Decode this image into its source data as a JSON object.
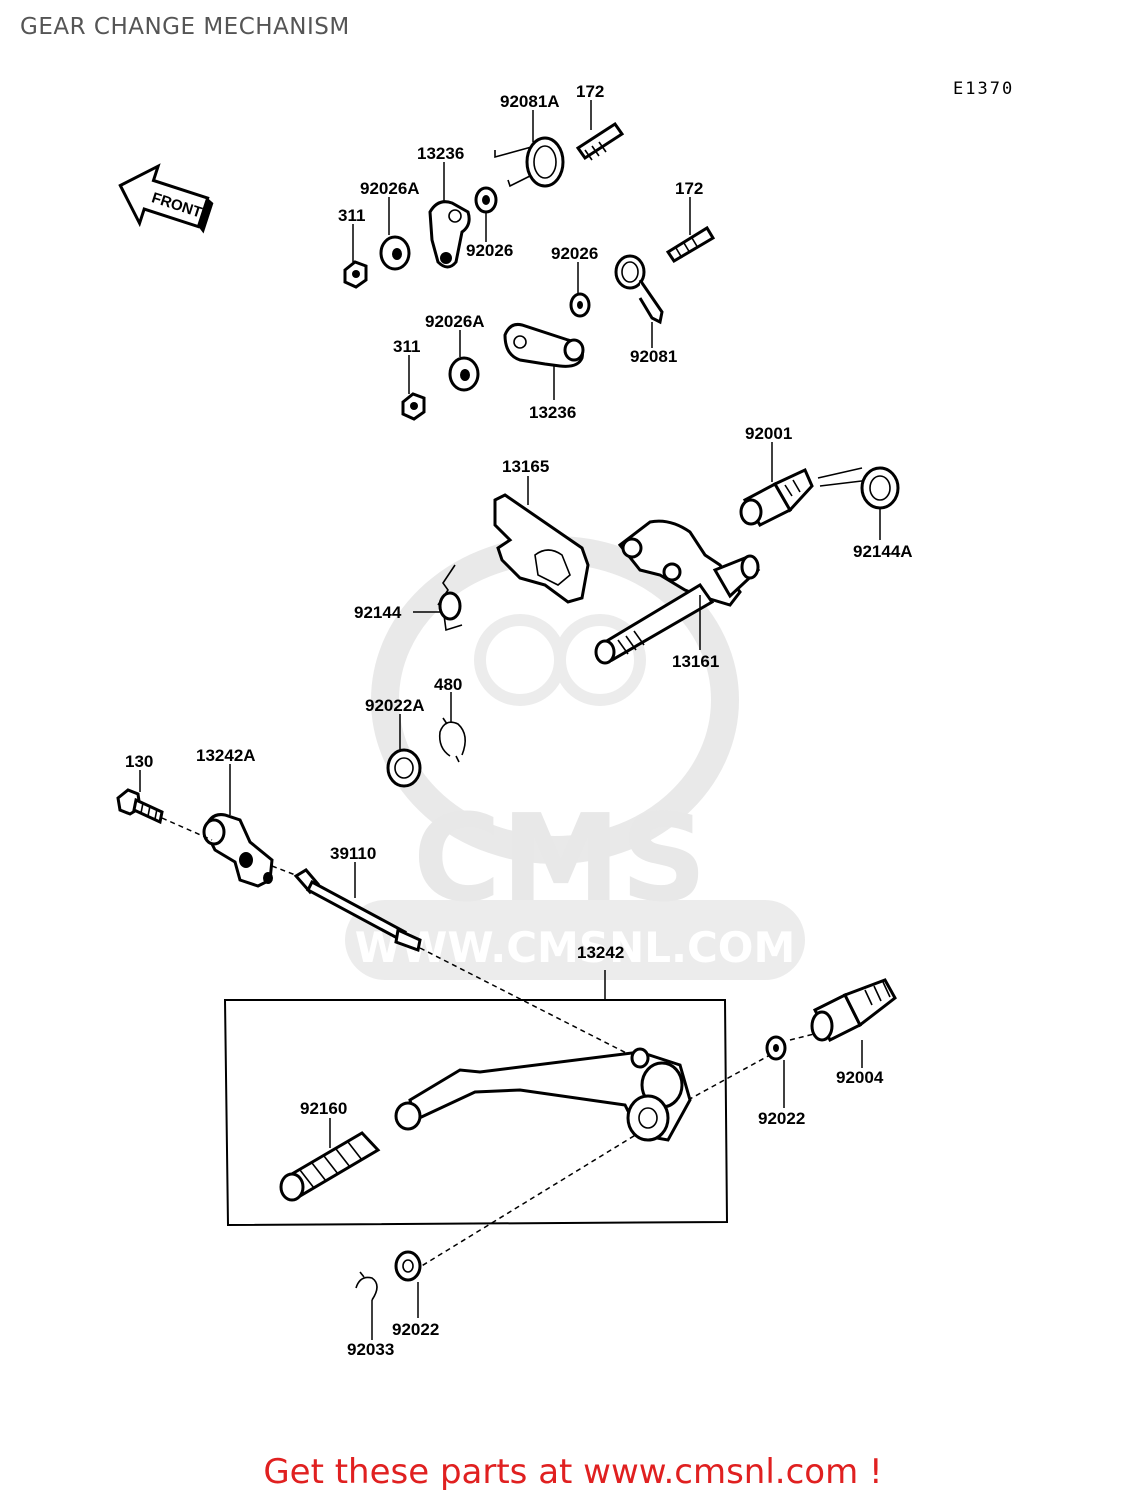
{
  "title": "GEAR CHANGE MECHANISM",
  "diagram_code": "E1370",
  "front_label": "FRONT",
  "watermark": {
    "brand": "CMS",
    "url": "WWW.CMSNL.COM"
  },
  "labels": {
    "p92081A": "92081A",
    "p172a": "172",
    "p13236a": "13236",
    "p92026A_a": "92026A",
    "p311a": "311",
    "p92026a": "92026",
    "p172b": "172",
    "p92026b": "92026",
    "p92026A_b": "92026A",
    "p311b": "311",
    "p92081": "92081",
    "p13236b": "13236",
    "p92001": "92001",
    "p13165": "13165",
    "p92144A": "92144A",
    "p92144": "92144",
    "p13161": "13161",
    "p480": "480",
    "p92022A": "92022A",
    "p130": "130",
    "p13242A": "13242A",
    "p39110": "39110",
    "p13242": "13242",
    "p92004": "92004",
    "p92160": "92160",
    "p92022a": "92022",
    "p92022b": "92022",
    "p92033": "92033"
  },
  "cta": "Get these parts at www.cmsnl.com !",
  "colors": {
    "cta": "#e02020",
    "title": "#555555",
    "watermark": "#e6e6e6"
  }
}
